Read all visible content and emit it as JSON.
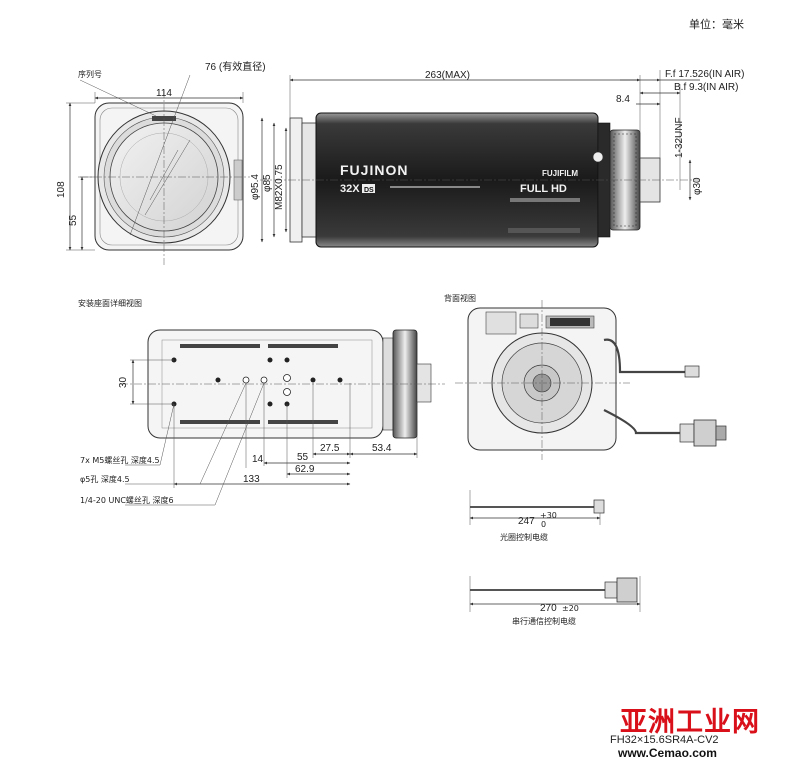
{
  "unit_label": "单位：毫米",
  "model": "FH32×15.6SR4A-CV2",
  "watermark": {
    "text": "亚洲工业网",
    "url": "www.Cemao.com"
  },
  "front_view": {
    "serial_label": "序列号",
    "effective_diameter": "76 (有效直径)",
    "width": "114",
    "height": "108",
    "center_height": "55"
  },
  "side_view": {
    "length": "263(MAX)",
    "flange_focal": "F.f 17.526(IN AIR)",
    "back_focal": "B.f 9.3(IN AIR)",
    "offset": "8.4",
    "thread": "1-32UNF",
    "mount_dia": "φ30",
    "dia_1": "φ95.4",
    "dia_2": "φ85",
    "dia_3": "M82X0.75",
    "brand": "FUJINON",
    "zoom": "32X",
    "hd_badge": "DS",
    "maker": "FUJIFILM",
    "full_hd": "FULL HD"
  },
  "mount_view": {
    "title": "安装座面详细视图",
    "pitch_30": "30",
    "d_14": "14",
    "d_55": "55",
    "d_27_5": "27.5",
    "d_53_4": "53.4",
    "d_62_9": "62.9",
    "d_133": "133",
    "note_m5": "7x M5螺丝孔  深度4.5",
    "note_phi5": "φ5孔  深度4.5",
    "note_unc": "1/4-20 UNC螺丝孔  深度6"
  },
  "back_view": {
    "title": "背面视图"
  },
  "cable1": {
    "length": "247",
    "tol_plus": "+30",
    "tol_minus": "0",
    "caption": "光圈控制电缆"
  },
  "cable2": {
    "length": "270",
    "tol": "±20",
    "caption": "串行通信控制电缆"
  }
}
